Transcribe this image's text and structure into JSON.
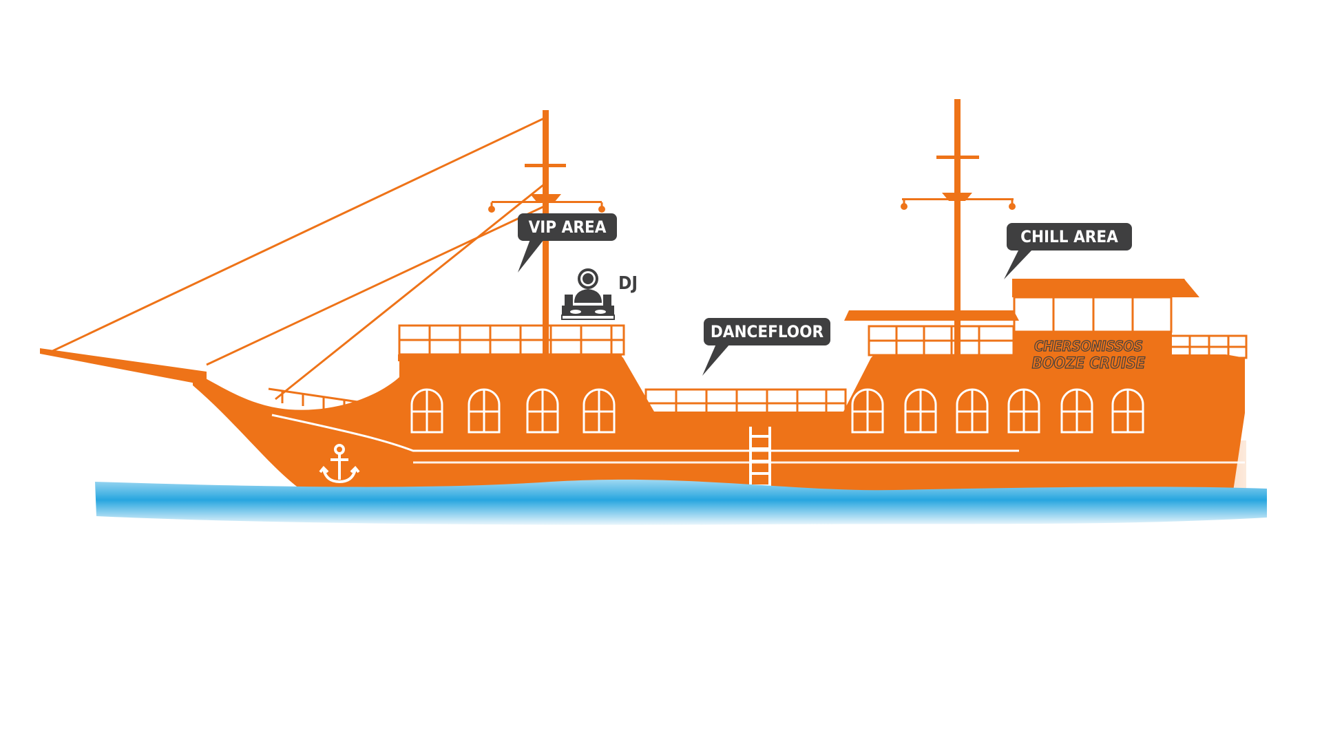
{
  "colors": {
    "hull": "#EE7318",
    "hull_line": "#FFFFFF",
    "water": "#27A6DF",
    "water_light": "#BFE5F6",
    "callout": "#3F3F40",
    "callout_text": "#FFFFFF",
    "dj": "#3F3F40"
  },
  "icons": {
    "anchor": "anchor-icon",
    "dj": "dj-icon"
  },
  "callouts": {
    "vip": "VIP AREA",
    "dancefloor": "DANCEFLOOR",
    "chill": "CHILL AREA"
  },
  "dj_label": "DJ",
  "hull_sign": {
    "line1": "CHERSONISSOS",
    "line2": "BOOZE CRUISE"
  }
}
